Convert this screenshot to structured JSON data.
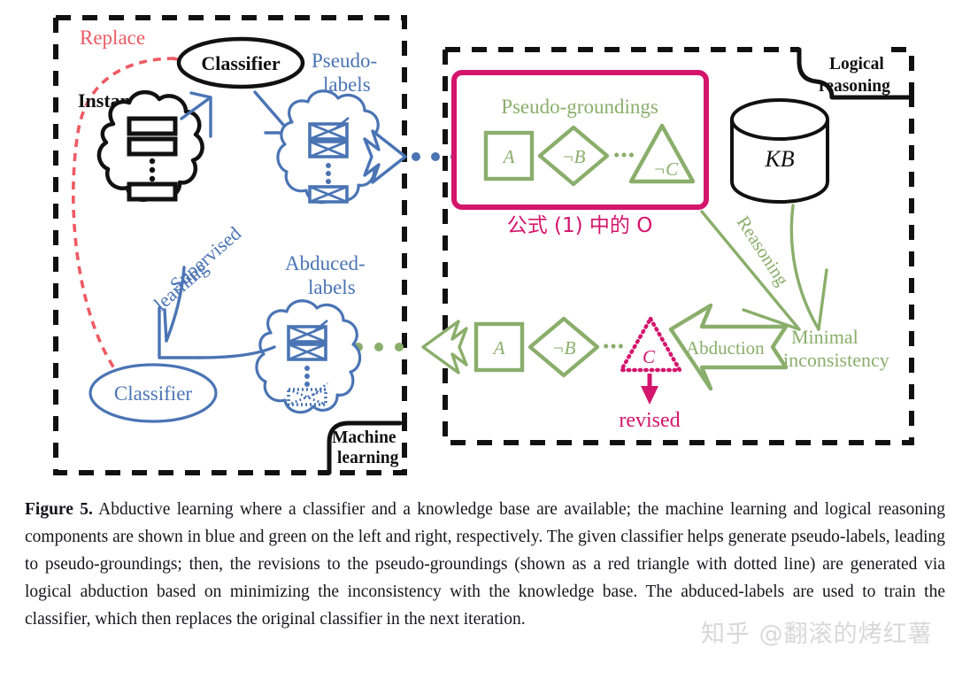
{
  "figure": {
    "caption_label": "Figure 5.",
    "caption_text": " Abductive learning where a classifier and a knowledge base are available; the machine learning and logical reasoning components are shown in blue and green on the left and right, respectively. The given classifier helps generate pseudo-labels, leading to pseudo-groundings; then, the revisions to the pseudo-groundings (shown as a red triangle with dotted line) are generated via logical abduction based on minimizing the inconsistency with the knowledge base. The abduced-labels are used to train the classifier, which then replaces the original classifier in the next iteration."
  },
  "watermark": "知乎 @翻滚的烤红薯",
  "panels": {
    "machine_learning": {
      "corner_label_line1": "Machine",
      "corner_label_line2": "learning"
    },
    "logical_reasoning": {
      "corner_label_line1": "Logical",
      "corner_label_line2": "reasoning"
    }
  },
  "left": {
    "replace_label": "Replace",
    "classifier_top": "Classifier",
    "instances_label": "Instances",
    "pseudo_labels_line1": "Pseudo-",
    "pseudo_labels_line2": "labels",
    "abduced_labels_line1": "Abduced-",
    "abduced_labels_line2": "labels",
    "supervised_learning_line1": "Supervised",
    "supervised_learning_line2": "learning",
    "classifier_bottom": "Classifier"
  },
  "right": {
    "pseudo_groundings_label": "Pseudo-groundings",
    "formula_caption": "公式 (1) 中的 O",
    "kb_label": "KB",
    "reasoning_label": "Reasoning",
    "abduction_label": "Abduction",
    "minimal_line1": "Minimal",
    "minimal_line2": "inconsistency",
    "revised_label": "revised",
    "pseudo_grounding_atoms": [
      "A",
      "¬B",
      "¬C"
    ],
    "abduced_grounding_atoms": [
      "A",
      "¬B",
      "C"
    ],
    "ellipsis": "•••"
  },
  "colors": {
    "blue": "#4a74b4",
    "green": "#8aae6b",
    "green_text": "#9cb87e",
    "magenta": "#d4156c",
    "red": "#ee5a64",
    "black": "#111111",
    "watermark_gray": "#d8d8d8"
  }
}
